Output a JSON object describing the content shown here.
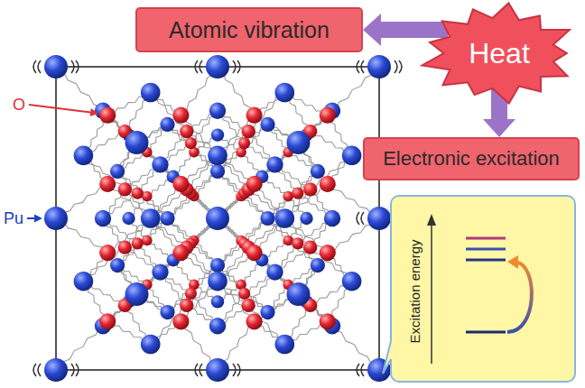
{
  "diagram": {
    "nodes": [
      {
        "text": [
          "Atomic vibration"
        ]
      },
      {
        "text": [
          "Heat"
        ]
      },
      {
        "text": [
          "Electronic excitation"
        ]
      },
      {
        "text": [
          "Excitation energy"
        ]
      }
    ],
    "edges": [
      {
        "from": 1,
        "to": 0,
        "arrow": "to"
      },
      {
        "from": 1,
        "to": 2,
        "arrow": "to"
      }
    ],
    "labels": [
      "O",
      "Pu"
    ]
  }
}
